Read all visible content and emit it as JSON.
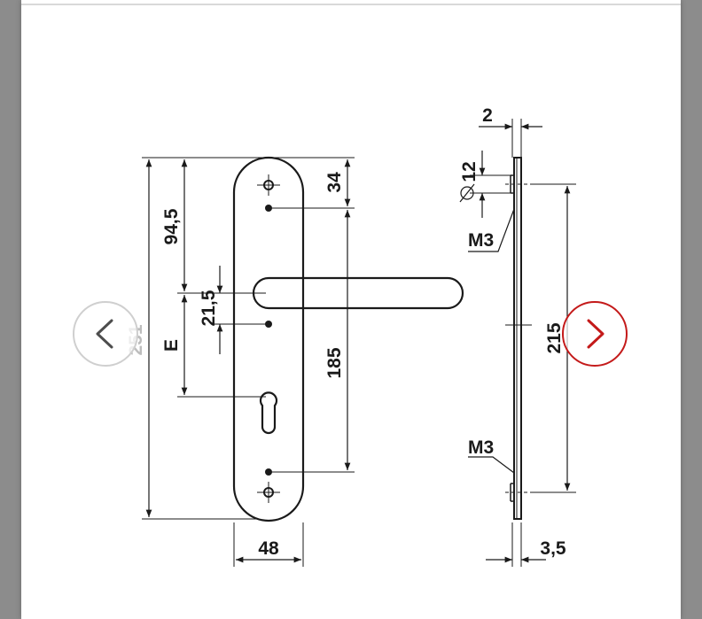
{
  "viewer": {
    "prev_icon": "chevron-left-icon",
    "next_icon": "chevron-right-icon",
    "accent_color": "#c41a1a",
    "prev_color": "#4d4d4d"
  },
  "drawing": {
    "dim_251": "251",
    "dim_94_5": "94,5",
    "dim_e": "E",
    "dim_21_5": "21,5",
    "dim_34": "34",
    "dim_185": "185",
    "dim_48": "48",
    "dim_2": "2",
    "dim_12": "12",
    "dim_m3_top": "M3",
    "dim_215": "215",
    "dim_m3_bottom": "M3",
    "dim_3_5": "3,5"
  }
}
